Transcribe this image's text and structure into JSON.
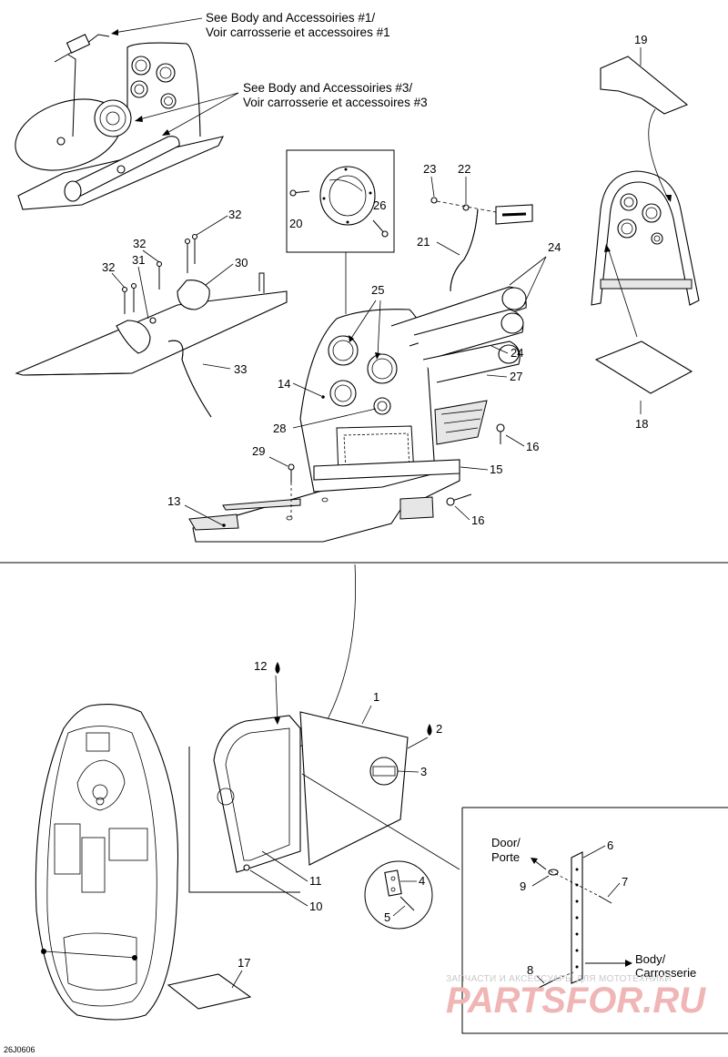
{
  "refs": {
    "body1_en": "See Body and Accessoiries #1/",
    "body1_fr": "Voir carrosserie et accessoires #1",
    "body3_en": "See Body and Accessoiries #3/",
    "body3_fr": "Voir carrosserie et accessoires #3"
  },
  "callouts": {
    "c1": "1",
    "c2": "2",
    "c3": "3",
    "c4": "4",
    "c5": "5",
    "c6": "6",
    "c7": "7",
    "c8": "8",
    "c9": "9",
    "c10": "10",
    "c11": "11",
    "c12": "12",
    "c13": "13",
    "c14": "14",
    "c15": "15",
    "c16a": "16",
    "c16b": "16",
    "c17": "17",
    "c18": "18",
    "c19": "19",
    "c20": "20",
    "c21": "21",
    "c22": "22",
    "c23": "23",
    "c24a": "24",
    "c24b": "24",
    "c25": "25",
    "c26": "26",
    "c27": "27",
    "c28": "28",
    "c29": "29",
    "c30": "30",
    "c31": "31",
    "c32a": "32",
    "c32b": "32",
    "c32c": "32",
    "c33": "33"
  },
  "detail_labels": {
    "door_en": "Door/",
    "door_fr": "Porte",
    "body_en": "Body/",
    "body_fr": "Carrosserie"
  },
  "drawing_code": "26J0606",
  "watermark": {
    "line1": "ЗАПЧАСТИ И АКСЕССУАРЫ ДЛЯ МОТОТЕХНИКИ",
    "line2": "PARTSFOR.RU"
  }
}
